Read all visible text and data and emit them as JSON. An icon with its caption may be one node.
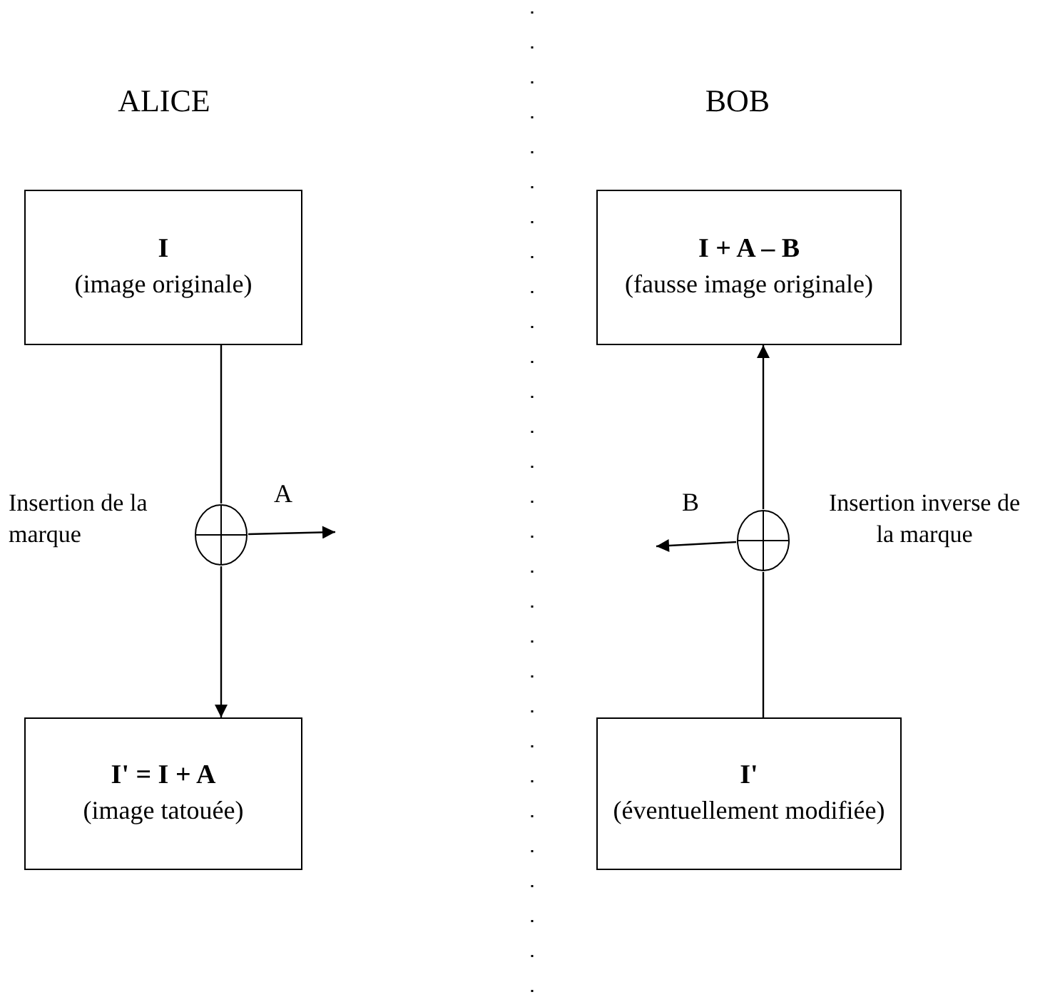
{
  "diagram": {
    "nodes": [
      {
        "text": [
          "I",
          "(image originale)"
        ]
      },
      {
        "text": [],
        "shape": "circle",
        "beside": [
          "Insertion de la marque"
        ]
      },
      {
        "text": [
          "I' = I + A",
          "(image tatouée)"
        ]
      },
      {
        "text": [
          "I + A – B",
          "(fausse image originale)"
        ]
      },
      {
        "text": [],
        "shape": "circle",
        "beside": [
          "Insertion inverse de la marque"
        ]
      },
      {
        "text": [
          "I'",
          "(éventuellement modifiée)"
        ]
      }
    ],
    "edges": [
      {
        "from": 0,
        "to": 1,
        "arrow": "none"
      },
      {
        "from": 1,
        "to": 2,
        "arrow": "to"
      },
      {
        "from": 1,
        "to": null,
        "arrow": "to",
        "label": "A"
      },
      {
        "from": 5,
        "to": 4,
        "arrow": "none"
      },
      {
        "from": 4,
        "to": 3,
        "arrow": "to"
      },
      {
        "from": 4,
        "to": null,
        "arrow": "to",
        "label": "B"
      }
    ],
    "labels": [
      "ALICE",
      "BOB"
    ]
  }
}
